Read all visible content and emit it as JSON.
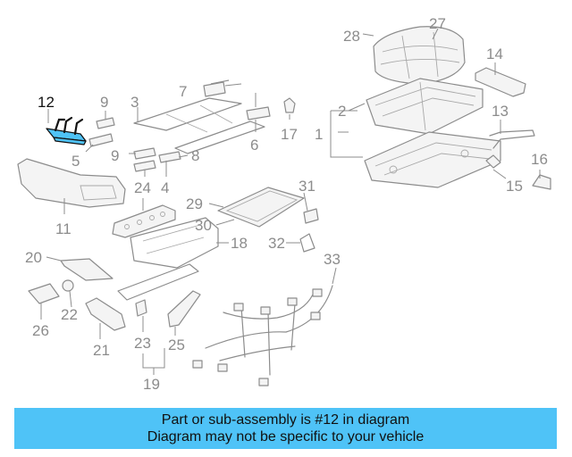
{
  "diagram": {
    "highlighted_part": "12",
    "callouts": {
      "c1": "1",
      "c2": "2",
      "c3": "3",
      "c4": "4",
      "c5": "5",
      "c6": "6",
      "c7": "7",
      "c8": "8",
      "c9a": "9",
      "c9b": "9",
      "c11": "11",
      "c12": "12",
      "c13": "13",
      "c14": "14",
      "c15": "15",
      "c16": "16",
      "c17": "17",
      "c18": "18",
      "c19": "19",
      "c20": "20",
      "c21": "21",
      "c22": "22",
      "c23": "23",
      "c24": "24",
      "c25": "25",
      "c26": "26",
      "c27": "27",
      "c28": "28",
      "c29": "29",
      "c30": "30",
      "c31": "31",
      "c32": "32",
      "c33": "33"
    }
  },
  "banner": {
    "line1": "Part or sub-assembly is #12 in diagram",
    "line2": "Diagram may not be specific to your vehicle"
  },
  "colors": {
    "highlight": "#4fc3f7",
    "line_art": "#8c8c8c",
    "active_label": "#111111"
  }
}
